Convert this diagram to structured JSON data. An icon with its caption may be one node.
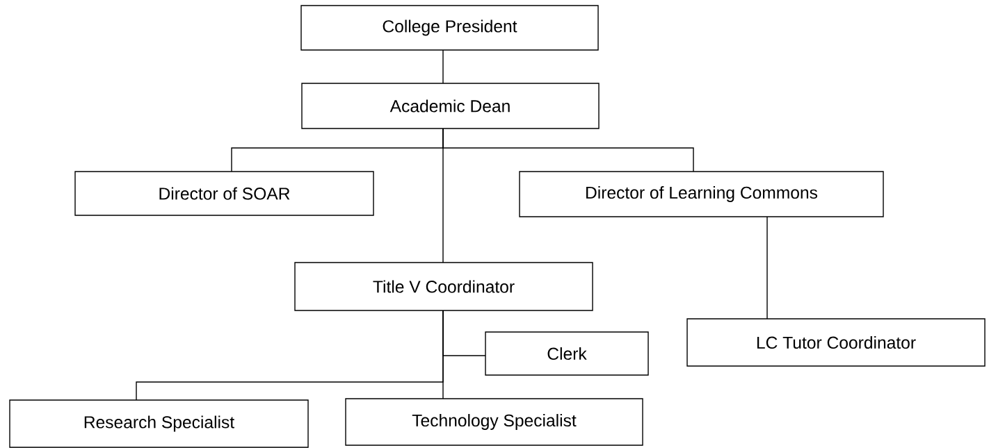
{
  "diagram": {
    "nodes": [
      {
        "text": [
          "College President"
        ]
      },
      {
        "text": [
          "Academic Dean"
        ]
      },
      {
        "text": [
          "Director of SOAR"
        ]
      },
      {
        "text": [
          "Director of Learning Commons"
        ]
      },
      {
        "text": [
          "Title V Coordinator"
        ]
      },
      {
        "text": [
          "LC Tutor Coordinator"
        ]
      },
      {
        "text": [
          "Clerk"
        ]
      },
      {
        "text": [
          "Research Specialist"
        ]
      },
      {
        "text": [
          "Technology Specialist"
        ]
      }
    ],
    "edges": [
      {
        "from": 0,
        "to": 1,
        "arrow": "none"
      },
      {
        "from": 1,
        "to": 2,
        "arrow": "none"
      },
      {
        "from": 1,
        "to": 3,
        "arrow": "none"
      },
      {
        "from": 1,
        "to": 4,
        "arrow": "none"
      },
      {
        "from": 3,
        "to": 5,
        "arrow": "none"
      },
      {
        "from": 4,
        "to": 6,
        "arrow": "none"
      },
      {
        "from": 4,
        "to": 7,
        "arrow": "none"
      },
      {
        "from": 4,
        "to": 8,
        "arrow": "none"
      }
    ]
  }
}
